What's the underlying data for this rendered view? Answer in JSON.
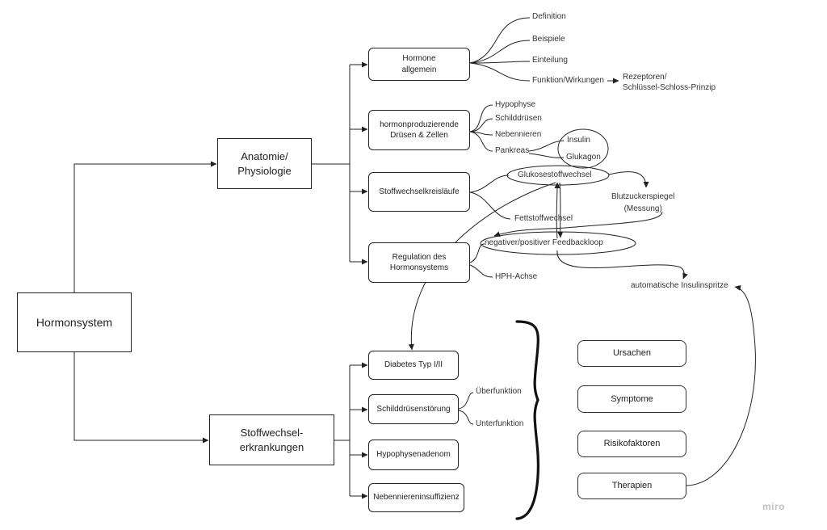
{
  "root": "Hormonsystem",
  "branches": {
    "anatomie": "Anatomie/\nPhysiologie",
    "stoffwechsel": "Stoffwechsel-\nerkrankungen"
  },
  "anatomie_children": {
    "hormone": "Hormone\nallgemein",
    "druesen": "hormonproduzierende\nDrüsen & Zellen",
    "kreislaeufe": "Stoffwechselkreisläufe",
    "regulation": "Regulation des\nHormonsystems"
  },
  "hormone_leaves": [
    "Definition",
    "Beispiele",
    "Einteilung",
    "Funktion/Wirkungen"
  ],
  "rezeptoren": "Rezeptoren/\nSchlüssel-Schloss-Prinzip",
  "druesen_leaves": [
    "Hypophyse",
    "Schilddrüsen",
    "Nebennieren",
    "Pankreas"
  ],
  "pankreas_hormones": [
    "Insulin",
    "Glukagon"
  ],
  "glukose": "Glukosestoffwechsel",
  "fett": "Fettstoffwechsel",
  "blutzucker": "Blutzuckerspiegel\n(Messung)",
  "feedback": "negativer/positiver Feedbackloop",
  "hph": "HPH-Achse",
  "insulinspritze": "automatische Insulinspritze",
  "stoffwechsel_children": {
    "diabetes": "Diabetes Typ I/II",
    "schilddruese": "Schilddrüsenstörung",
    "hypophysenadenom": "Hypophysenadenom",
    "nebenniere": "Nebenniereninsuffizienz"
  },
  "schilddruese_leaves": [
    "Überfunktion",
    "Unterfunktion"
  ],
  "aspects": [
    "Ursachen",
    "Symptome",
    "Risikofaktoren",
    "Therapien"
  ],
  "logo": "miro",
  "colors": {
    "line": "#222222",
    "text": "#333333",
    "logo": "#bfbfbf"
  }
}
